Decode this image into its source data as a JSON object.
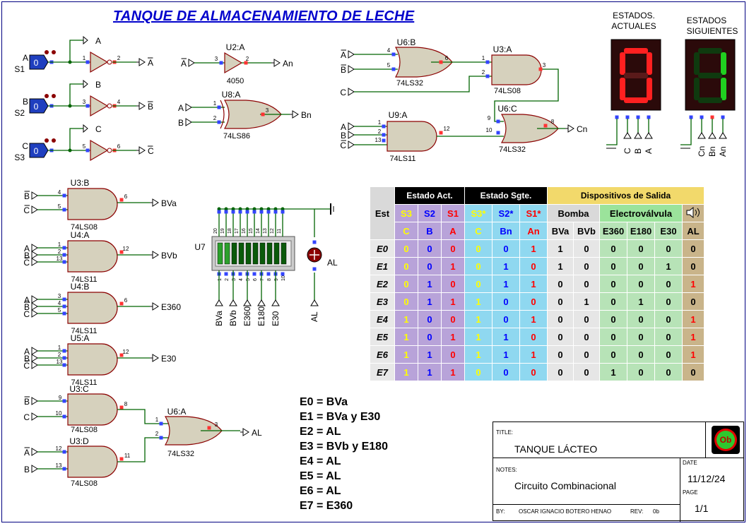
{
  "title": "TANQUE DE ALMACENAMIENTO DE LECHE",
  "inputs": {
    "s1": {
      "name": "S1",
      "signal": "A",
      "value": "0"
    },
    "s2": {
      "name": "S2",
      "signal": "B",
      "value": "0"
    },
    "s3": {
      "name": "S3",
      "signal": "C",
      "value": "0"
    }
  },
  "labels": {
    "A": "A",
    "B": "B",
    "C": "C",
    "An": "An",
    "Bn": "Bn",
    "Cn": "Cn",
    "BVa": "BVa",
    "BVb": "BVb",
    "E360": "E360",
    "E180": "E180",
    "E30": "E30",
    "AL": "AL"
  },
  "components": {
    "u2a": {
      "ref": "U2:A",
      "part": "4050"
    },
    "u8a": {
      "ref": "U8:A",
      "part": "74LS86"
    },
    "u6b": {
      "ref": "U6:B",
      "part": "74LS32"
    },
    "u3a": {
      "ref": "U3:A",
      "part": "74LS08"
    },
    "u9a": {
      "ref": "U9:A",
      "part": "74LS11"
    },
    "u6c": {
      "ref": "U6:C",
      "part": "74LS32"
    },
    "u3b": {
      "ref": "U3:B",
      "part": "74LS08"
    },
    "u4a": {
      "ref": "U4:A",
      "part": "74LS11"
    },
    "u4b": {
      "ref": "U4:B",
      "part": "74LS11"
    },
    "u5a": {
      "ref": "U5:A",
      "part": "74LS11"
    },
    "u3c": {
      "ref": "U3:C",
      "part": "74LS08"
    },
    "u3d": {
      "ref": "U3:D",
      "part": "74LS08"
    },
    "u6a": {
      "ref": "U6:A",
      "part": "74LS32"
    },
    "u7": {
      "ref": "U7"
    }
  },
  "displays": {
    "actual": {
      "label1": "ESTADOS.",
      "label2": "ACTUALES",
      "digit": "0",
      "color": "#ff2020"
    },
    "next": {
      "label1": "ESTADOS",
      "label2": "SIGUIENTES",
      "digit": "1",
      "color": "#20d020"
    }
  },
  "table": {
    "group_headers": [
      "Estado Act.",
      "Estado Sgte.",
      "Dispositivos de Salida"
    ],
    "est_header": "Est",
    "sub_headers": [
      "S3",
      "S2",
      "S1",
      "S3*",
      "S2*",
      "S1*",
      "Bomba",
      "Electroválvula"
    ],
    "col_headers": [
      "C",
      "B",
      "A",
      "C",
      "Bn",
      "An",
      "BVa",
      "BVb",
      "E360",
      "E180",
      "E30",
      "AL"
    ],
    "rows": [
      {
        "est": "E0",
        "v": [
          "0",
          "0",
          "0",
          "0",
          "0",
          "1",
          "1",
          "0",
          "0",
          "0",
          "0",
          "0"
        ]
      },
      {
        "est": "E1",
        "v": [
          "0",
          "0",
          "1",
          "0",
          "1",
          "0",
          "1",
          "0",
          "0",
          "0",
          "1",
          "0"
        ]
      },
      {
        "est": "E2",
        "v": [
          "0",
          "1",
          "0",
          "0",
          "1",
          "1",
          "0",
          "0",
          "0",
          "0",
          "0",
          "1"
        ]
      },
      {
        "est": "E3",
        "v": [
          "0",
          "1",
          "1",
          "1",
          "0",
          "0",
          "0",
          "1",
          "0",
          "1",
          "0",
          "0"
        ]
      },
      {
        "est": "E4",
        "v": [
          "1",
          "0",
          "0",
          "1",
          "0",
          "1",
          "0",
          "0",
          "0",
          "0",
          "0",
          "1"
        ]
      },
      {
        "est": "E5",
        "v": [
          "1",
          "0",
          "1",
          "1",
          "1",
          "0",
          "0",
          "0",
          "0",
          "0",
          "0",
          "1"
        ]
      },
      {
        "est": "E6",
        "v": [
          "1",
          "1",
          "0",
          "1",
          "1",
          "1",
          "0",
          "0",
          "0",
          "0",
          "0",
          "1"
        ]
      },
      {
        "est": "E7",
        "v": [
          "1",
          "1",
          "1",
          "0",
          "0",
          "0",
          "0",
          "0",
          "1",
          "0",
          "0",
          "0"
        ]
      }
    ]
  },
  "equations": [
    "E0 = BVa",
    "E1 = BVa y E30",
    "E2 = AL",
    "E3 = BVb y E180",
    "E4 = AL",
    "E5 = AL",
    "E6 = AL",
    "E7 = E360"
  ],
  "title_block": {
    "title_label": "TITLE:",
    "title": "TANQUE LÁCTEO",
    "notes_label": "NOTES:",
    "notes": "Circuito Combinacional",
    "date_label": "DATE",
    "date": "11/12/24",
    "page_label": "PAGE",
    "page": "1/1",
    "by_label": "BY:",
    "by": "OSCAR IGNACIO BOTERO HENAO",
    "rev_label": "REV:",
    "rev": "0b",
    "logo": "Ob"
  },
  "colors": {
    "wire": "#006400",
    "gate_fill": "#d6d1bd",
    "gate_stroke": "#8b0000",
    "title": "#0000cc"
  }
}
